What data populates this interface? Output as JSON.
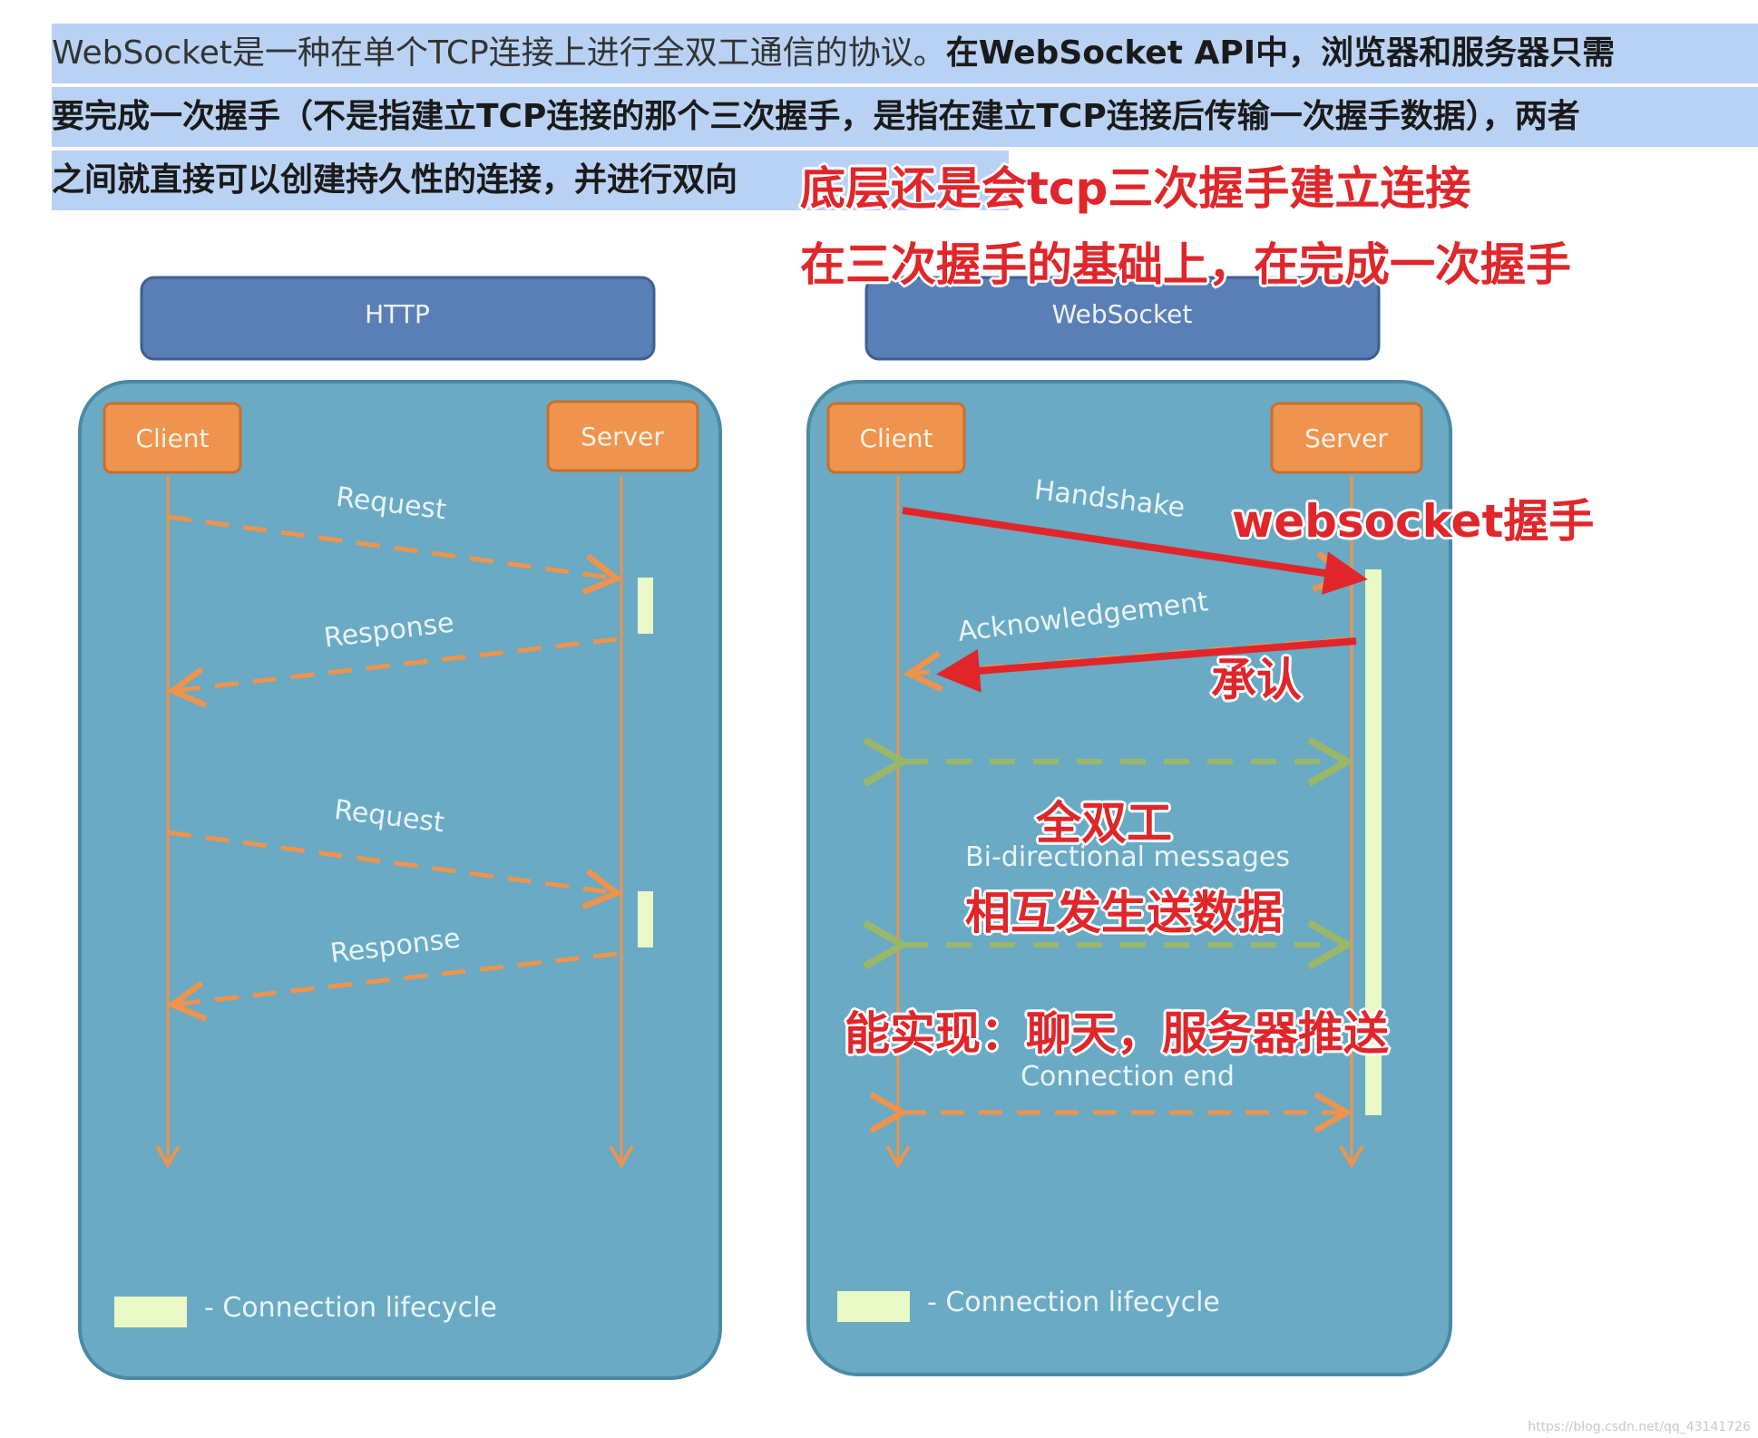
{
  "paragraph": {
    "line1_normal": "WebSocket是一种在单个TCP连接上进行全双工通信的协议。",
    "line1_bold": "在WebSocket API中，浏览器和服务器只需",
    "line2_bold": "要完成一次握手（不是指建立TCP连接的那个三次握手，是指在建立TCP连接后传输一次握手数据），两者",
    "line3_bold": "之间就直接可以创建持久性的连接，并进行双向"
  },
  "http_diagram": {
    "header": "HTTP",
    "client": "Client",
    "server": "Server",
    "messages": [
      "Request",
      "Response",
      "Request",
      "Response"
    ],
    "legend": "- Connection lifecycle"
  },
  "websocket_diagram": {
    "header": "WebSocket",
    "client": "Client",
    "server": "Server",
    "handshake": "Handshake",
    "acknowledgement": "Acknowledgement",
    "bidirectional": "Bi-directional messages",
    "connection_end": "Connection end",
    "legend": "- Connection lifecycle"
  },
  "annotations": {
    "tcp_note": "底层还是会tcp三次握手建立连接",
    "handshake_note": "在三次握手的基础上，在完成一次握手",
    "websocket_handshake": "websocket握手",
    "ack_note": "承认",
    "full_duplex": "全双工",
    "mutual_send": "相互发生送数据",
    "use_cases": "能实现：聊天，服务器推送"
  },
  "watermark": "https://blog.csdn.net/qq_43141726",
  "colors": {
    "highlight": "#b9d2f3",
    "header_box": "#5a7fb6",
    "panel": "#6aaac4",
    "actor_box": "#ee944e",
    "flow_line": "#ee944e",
    "bidirectional_arrow": "#9bb86a",
    "lifecycle_bar": "#eaf8c5",
    "annotation_red": "#e0262a"
  },
  "icons": [
    "arrowhead-open",
    "arrowhead-solid"
  ]
}
